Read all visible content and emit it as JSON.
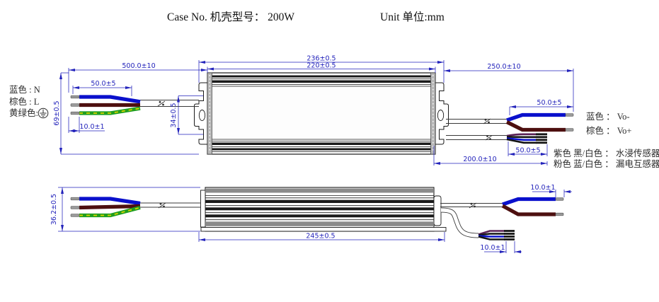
{
  "header": {
    "case_no": "Case No. 机壳型号： 200W",
    "unit": "Unit 单位:mm"
  },
  "top_view": {
    "dims": {
      "input_cable": "500.0±10",
      "outer_length": "236±0.5",
      "inner_length": "220±0.5",
      "output_cable": "250.0±10",
      "input_strip": "50.0±5",
      "input_tip": "10.0±1",
      "case_width": "69±0.5",
      "mount_offset": "34±0.5",
      "output_strip": "50.0±5",
      "sensor_strip": "50.0±5",
      "sensor_cable": "200.0±10"
    },
    "input_labels": [
      {
        "label": "蓝色  : N"
      },
      {
        "label": "棕色  : L"
      },
      {
        "label": "黄绿色: "
      }
    ],
    "output_labels": [
      {
        "label": "蓝色 ： Vo-"
      },
      {
        "label": "棕色 ： Vo+"
      }
    ],
    "sensor_labels": [
      {
        "label": "紫色 黑/白色 ： 水浸传感器"
      },
      {
        "label": "粉色 蓝/白色 ： 漏电互感器"
      }
    ]
  },
  "side_view": {
    "dims": {
      "case_height": "36.2±0.5",
      "case_length": "245±0.5",
      "output_tip": "10.0±1",
      "sensor_tip": "10.0±1"
    }
  },
  "colors": {
    "dimension": "#2323bb",
    "wire_blue": "#0a10cc",
    "wire_brown": "#4d0f0f",
    "wire_green": "#1f9e1f",
    "wire_yellow": "#d8d400",
    "wire_purple": "#5a2055",
    "wire_black": "#151515",
    "ferrule": "#9a9a9a"
  }
}
